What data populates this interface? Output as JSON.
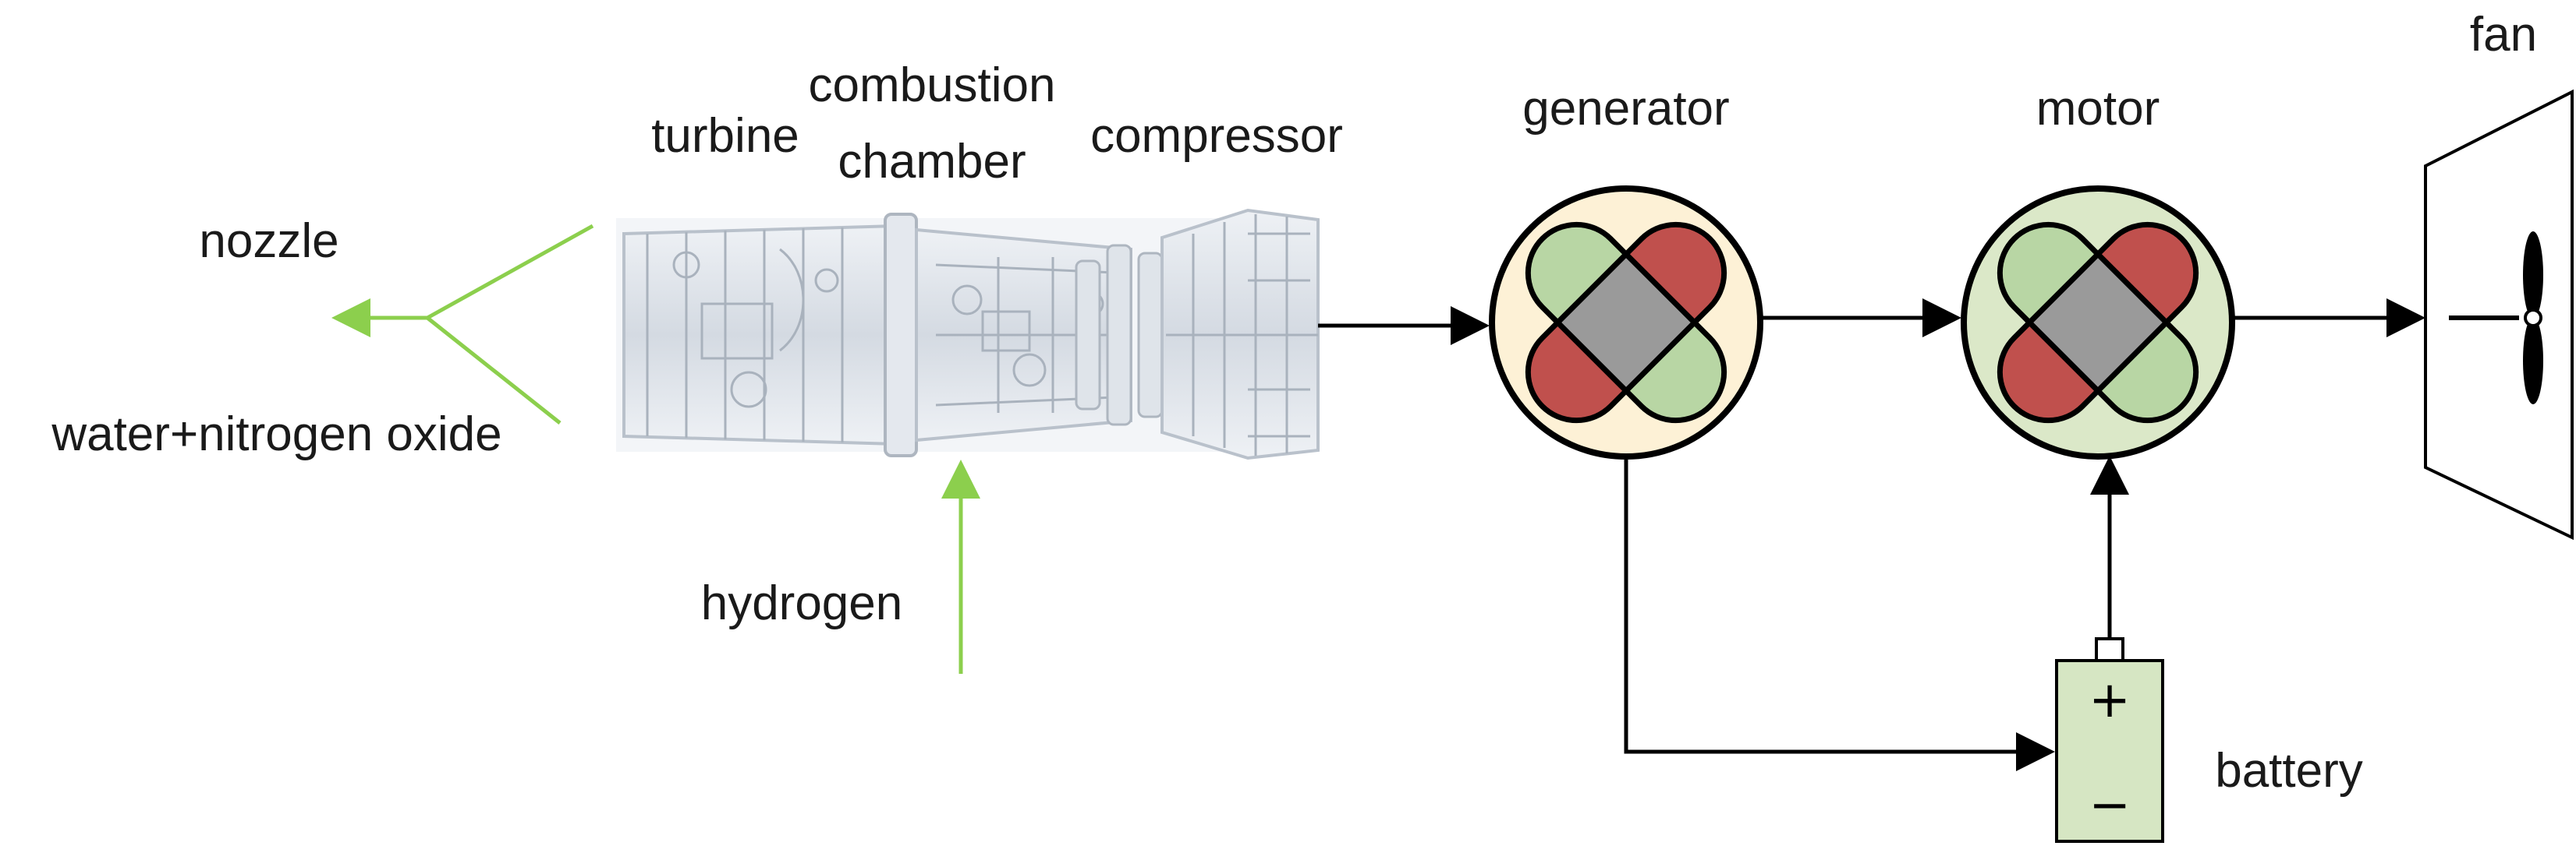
{
  "labels": {
    "turbine": "turbine",
    "combustion_line1": "combustion",
    "combustion_line2": "chamber",
    "compressor": "compressor",
    "generator": "generator",
    "motor": "motor",
    "fan": "fan",
    "nozzle": "nozzle",
    "water_nox": "water+nitrogen oxide",
    "hydrogen": "hydrogen",
    "battery": "battery",
    "battery_plus": "+",
    "battery_minus": "−"
  },
  "colors": {
    "green_flow": "#8ccf4d",
    "black_flow": "#000000",
    "generator_bg": "#fdf1d6",
    "motor_bg": "#dbe8c8",
    "rotor_red": "#c0504d",
    "rotor_green": "#b8d6a4",
    "rotor_core": "#9a9a9a",
    "battery_fill": "#d6e6c3",
    "engine_tint": "#dde3ea"
  }
}
